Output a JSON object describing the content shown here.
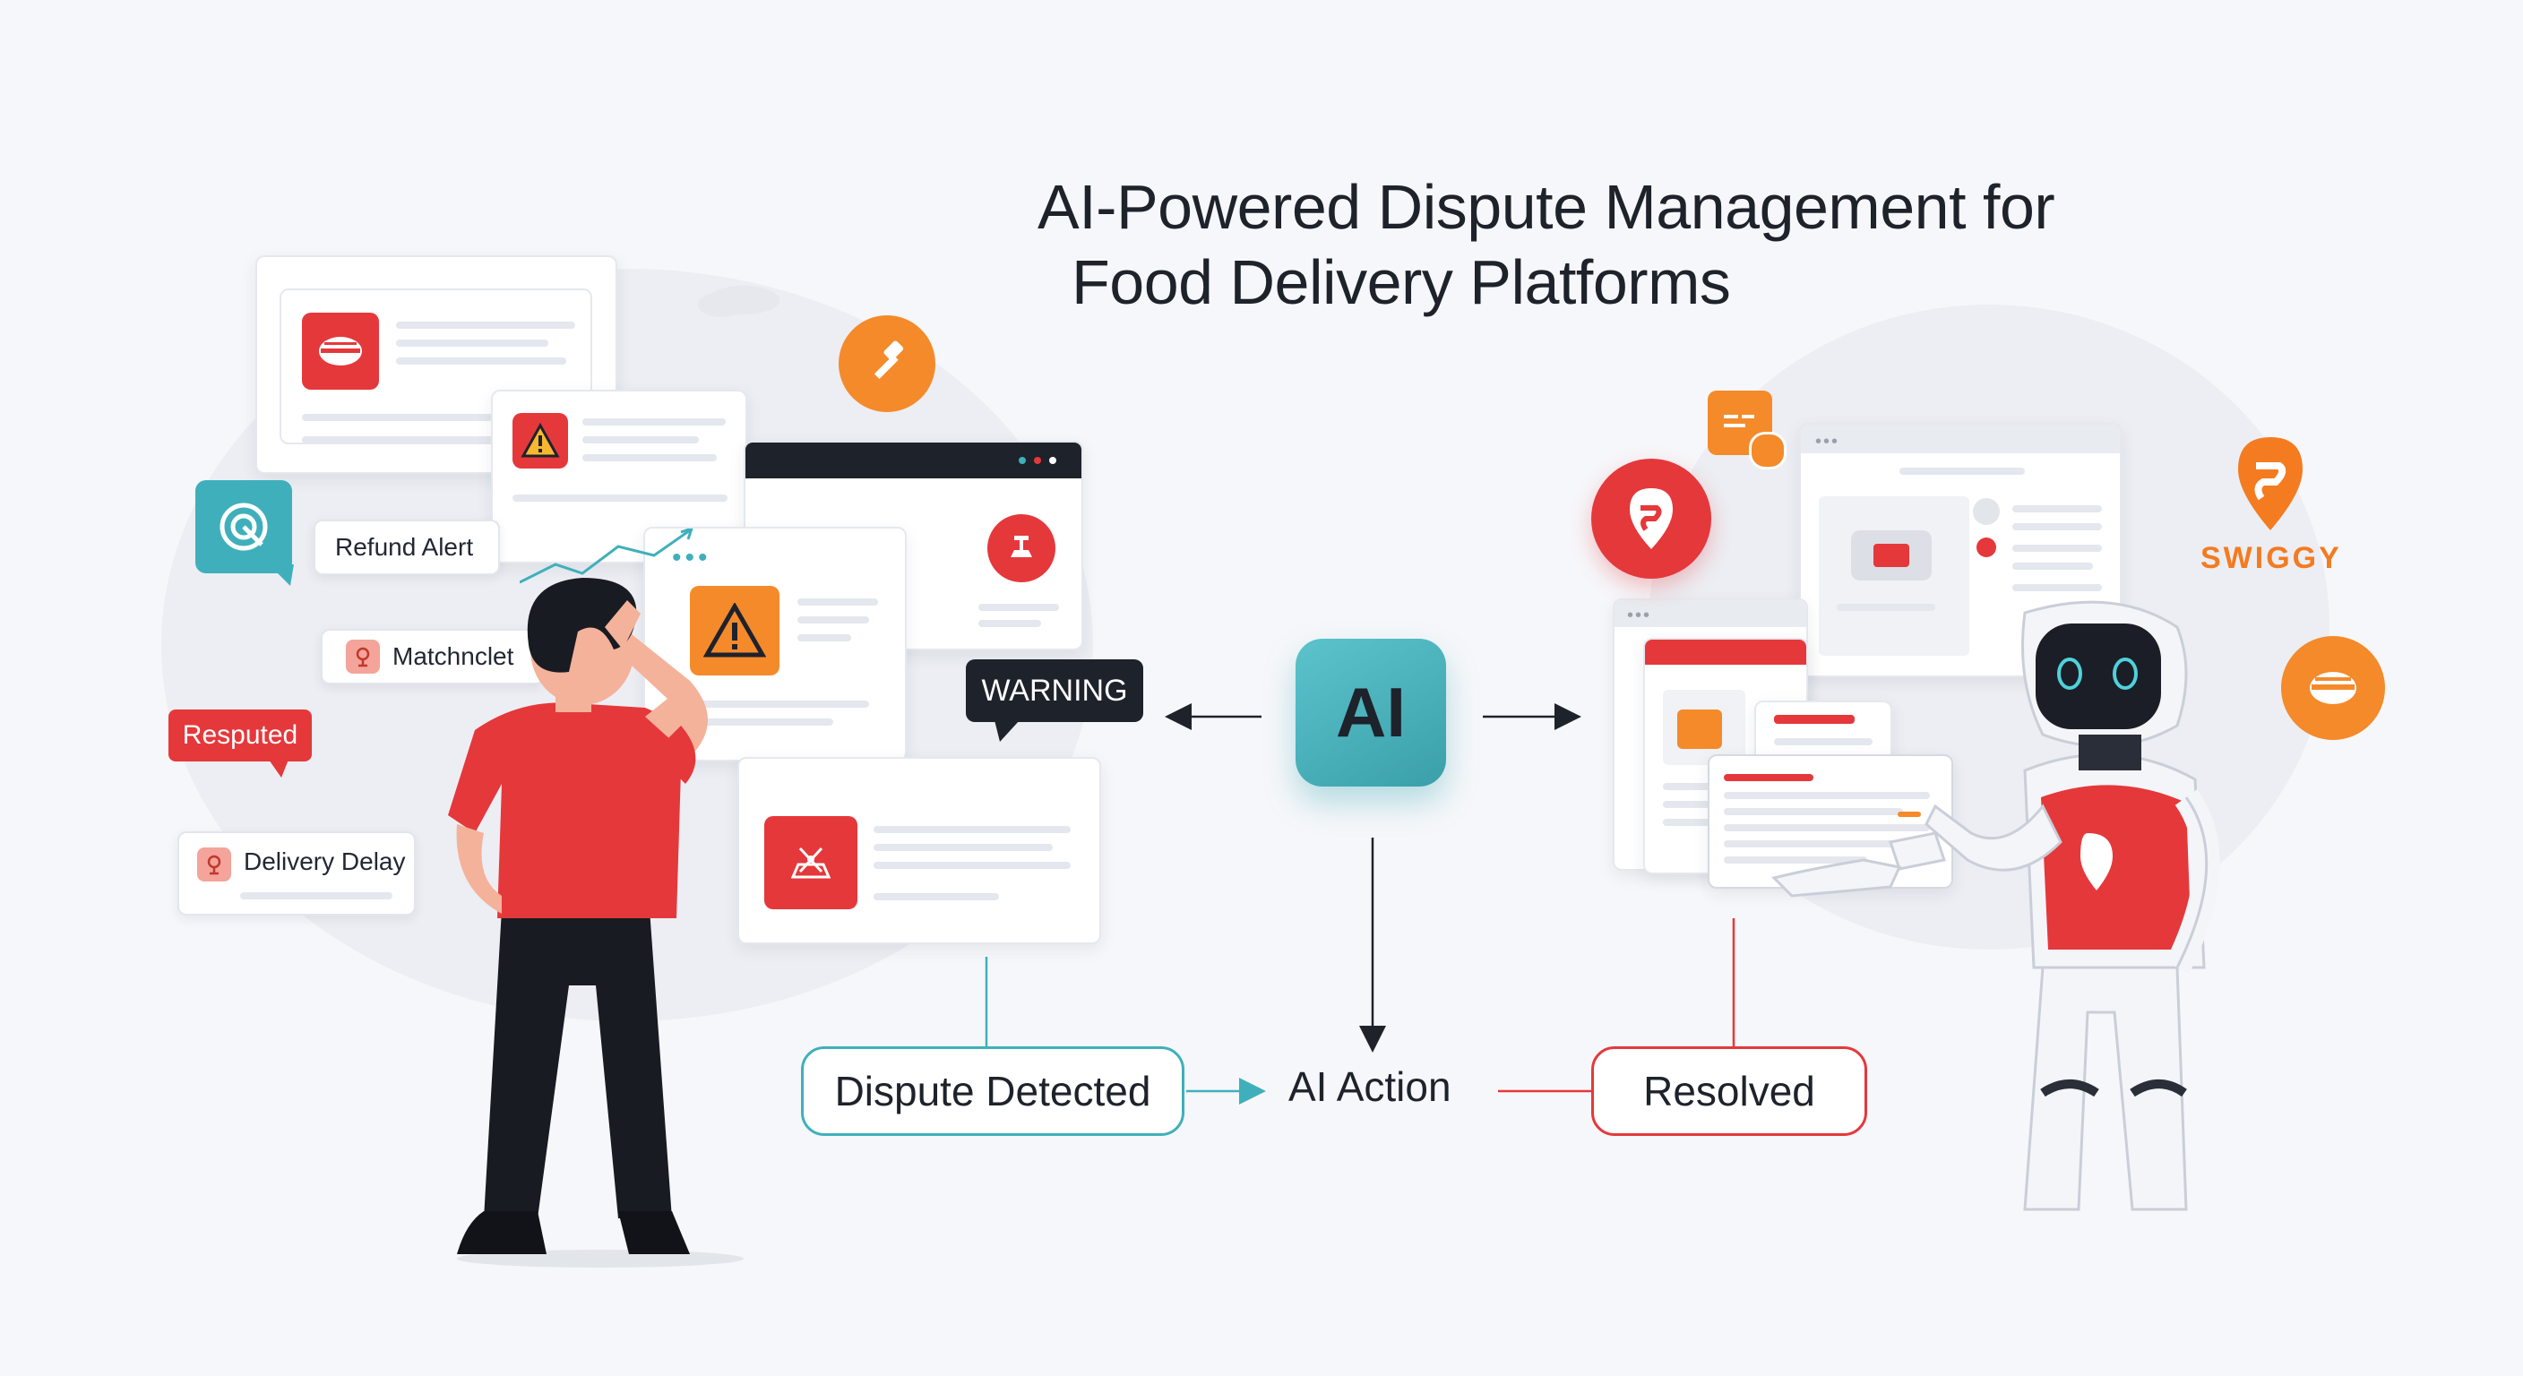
{
  "title": {
    "line1": "AI-Powered Dispute Management for",
    "line2": "Food Delivery Platforms"
  },
  "tags": {
    "refund_alert": "Refund Alert",
    "matchnclet": "Matchnclet",
    "resputed": "Resputed",
    "delivery_delay": "Delivery Delay",
    "warning": "WARNING"
  },
  "ai_chip": "AI",
  "flow": {
    "detected": "Dispute Detected",
    "action": "AI Action",
    "resolved": "Resolved"
  },
  "brand": {
    "name": "SWIGGY"
  },
  "colors": {
    "accent_red": "#e5383b",
    "accent_orange": "#f58a2a",
    "accent_teal": "#3fb0bb",
    "swiggy_orange": "#f47b20",
    "dark_text": "#1e222b"
  },
  "icons": [
    "warning-icon",
    "food-icon",
    "target-icon",
    "location-pin-icon",
    "swiggy-logo-icon",
    "robot-icon",
    "person-illustration",
    "hammer-icon",
    "document-icon",
    "arrow-icon"
  ]
}
